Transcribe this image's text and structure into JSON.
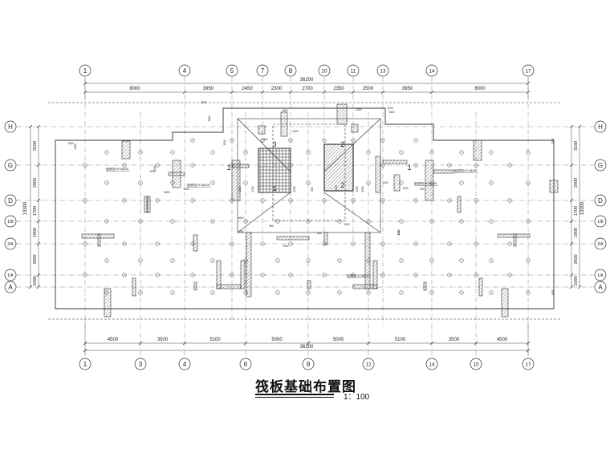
{
  "drawing": {
    "title": "筏板基础布置图",
    "scale": "1：100",
    "colors": {
      "line": "#333333",
      "axis": "#444444",
      "hatch": "#555555"
    },
    "top_axes": [
      "1",
      "4",
      "5",
      "7",
      "8",
      "10",
      "11",
      "13",
      "14",
      "17"
    ],
    "bottom_axes": [
      "1",
      "3",
      "4",
      "6",
      "9",
      "12",
      "14",
      "15",
      "17"
    ],
    "left_axes": [
      "H",
      "G",
      "D",
      "1/B",
      "2/A",
      "1/A",
      "A"
    ],
    "right_axes": [
      "H",
      "G",
      "D",
      "1/B",
      "2/A",
      "1/A",
      "A"
    ],
    "top_overall_dim": "36200",
    "bottom_overall_dim": "36200",
    "top_dims": [
      "8000",
      "3950",
      "2450",
      "2300",
      "2700",
      "2350",
      "2500",
      "3950",
      "8000"
    ],
    "bottom_dims": [
      "4500",
      "3500",
      "5100",
      "5000",
      "5000",
      "5100",
      "3500",
      "4500"
    ],
    "left_dims": [
      "3100",
      "2900",
      "1700",
      "1900",
      "2600",
      "1000"
    ],
    "left_sub_dim": "13300",
    "right_dims": [
      "3100",
      "2900",
      "1700",
      "1900",
      "2600",
      "1000"
    ],
    "right_sub_dim": "13300",
    "section_marks": [
      "1",
      "2",
      "3",
      "2",
      "1",
      "1"
    ],
    "small_notes": [
      "板底附加 Φ14@200",
      "板底附加 Φ14@200",
      "板底附加 Φ14@200",
      "板底附加 Φ14@200",
      "板底附加 Φ14@200"
    ],
    "misc_dims": [
      "3100",
      "3300",
      "2800",
      "2800",
      "2200",
      "2000",
      "3300",
      "2800",
      "1900",
      "1000",
      "1700",
      "1800",
      "2300",
      "1300",
      "1200",
      "1600",
      "1000",
      "1300",
      "1100",
      "1200",
      "900",
      "2750",
      "1100",
      "1500",
      "4600",
      "960",
      "800",
      "1236",
      "1000",
      "1500",
      "1500",
      "850",
      "2000",
      "1200",
      "1000"
    ]
  }
}
